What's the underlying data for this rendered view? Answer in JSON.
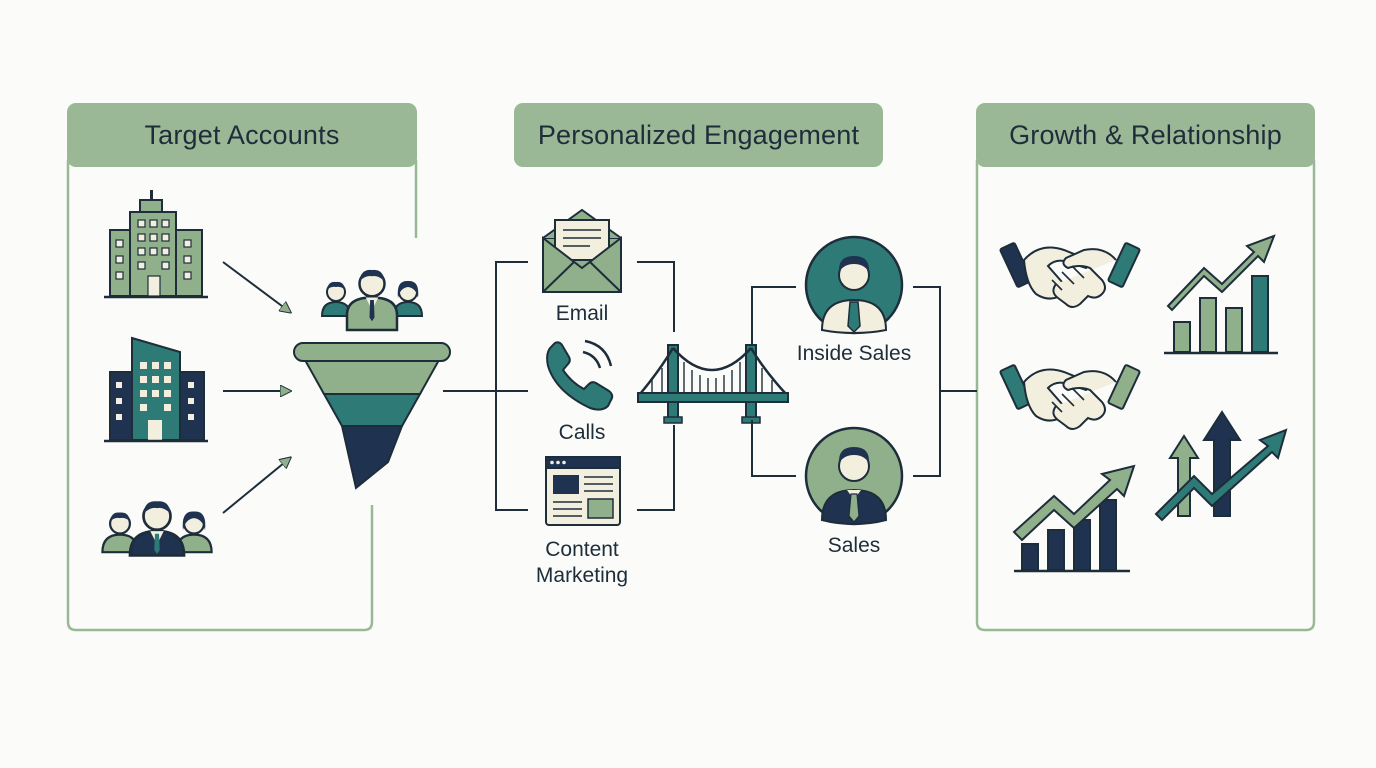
{
  "stages": {
    "target": {
      "title": "Target Accounts"
    },
    "engagement": {
      "title": "Personalized Engagement"
    },
    "growth": {
      "title": "Growth & Relationship"
    }
  },
  "channels": {
    "email": "Email",
    "calls": "Calls",
    "content": "Content Marketing"
  },
  "teams": {
    "inside_sales": "Inside Sales",
    "sales": "Sales"
  },
  "colors": {
    "sage": "#8fb08a",
    "teal": "#2d7a76",
    "navy": "#1f3350",
    "cream": "#f3efdf",
    "stroke": "#1e2d3a",
    "frame": "#9ab895"
  }
}
